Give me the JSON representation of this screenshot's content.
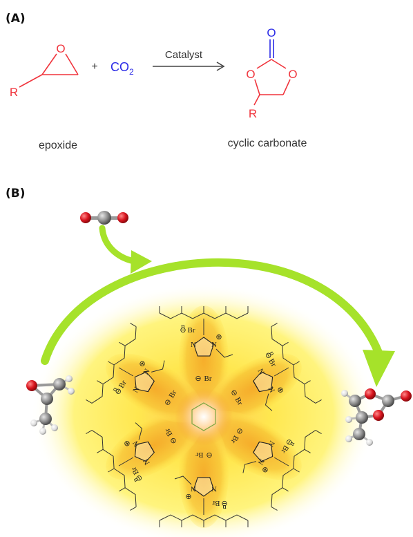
{
  "panel_a": {
    "label": "(A)",
    "epoxide": {
      "ring_atom": "O",
      "substituent": "R",
      "caption": "epoxide"
    },
    "plus": "+",
    "co2": {
      "base": "CO",
      "sub": "2"
    },
    "arrow_label": "Catalyst",
    "carbonate": {
      "carbonyl_o": "O",
      "ring_o_left": "O",
      "ring_o_right": "O",
      "substituent": "R",
      "caption": "cyclic carbonate"
    }
  },
  "panel_b": {
    "label": "(B)",
    "ring_labels": {
      "br": "Br",
      "n": "N",
      "poly_n": "n",
      "plus": "⊕",
      "minus": "⊖"
    }
  },
  "colors": {
    "red": "#f0343c",
    "blue": "#2a2ae6",
    "arrow_green": "#a6e22a",
    "glow_yellow": "#ffe85a",
    "glow_orange": "#f7a024",
    "atom_red": "#d8141e",
    "atom_gray": "#8e8e8e"
  }
}
